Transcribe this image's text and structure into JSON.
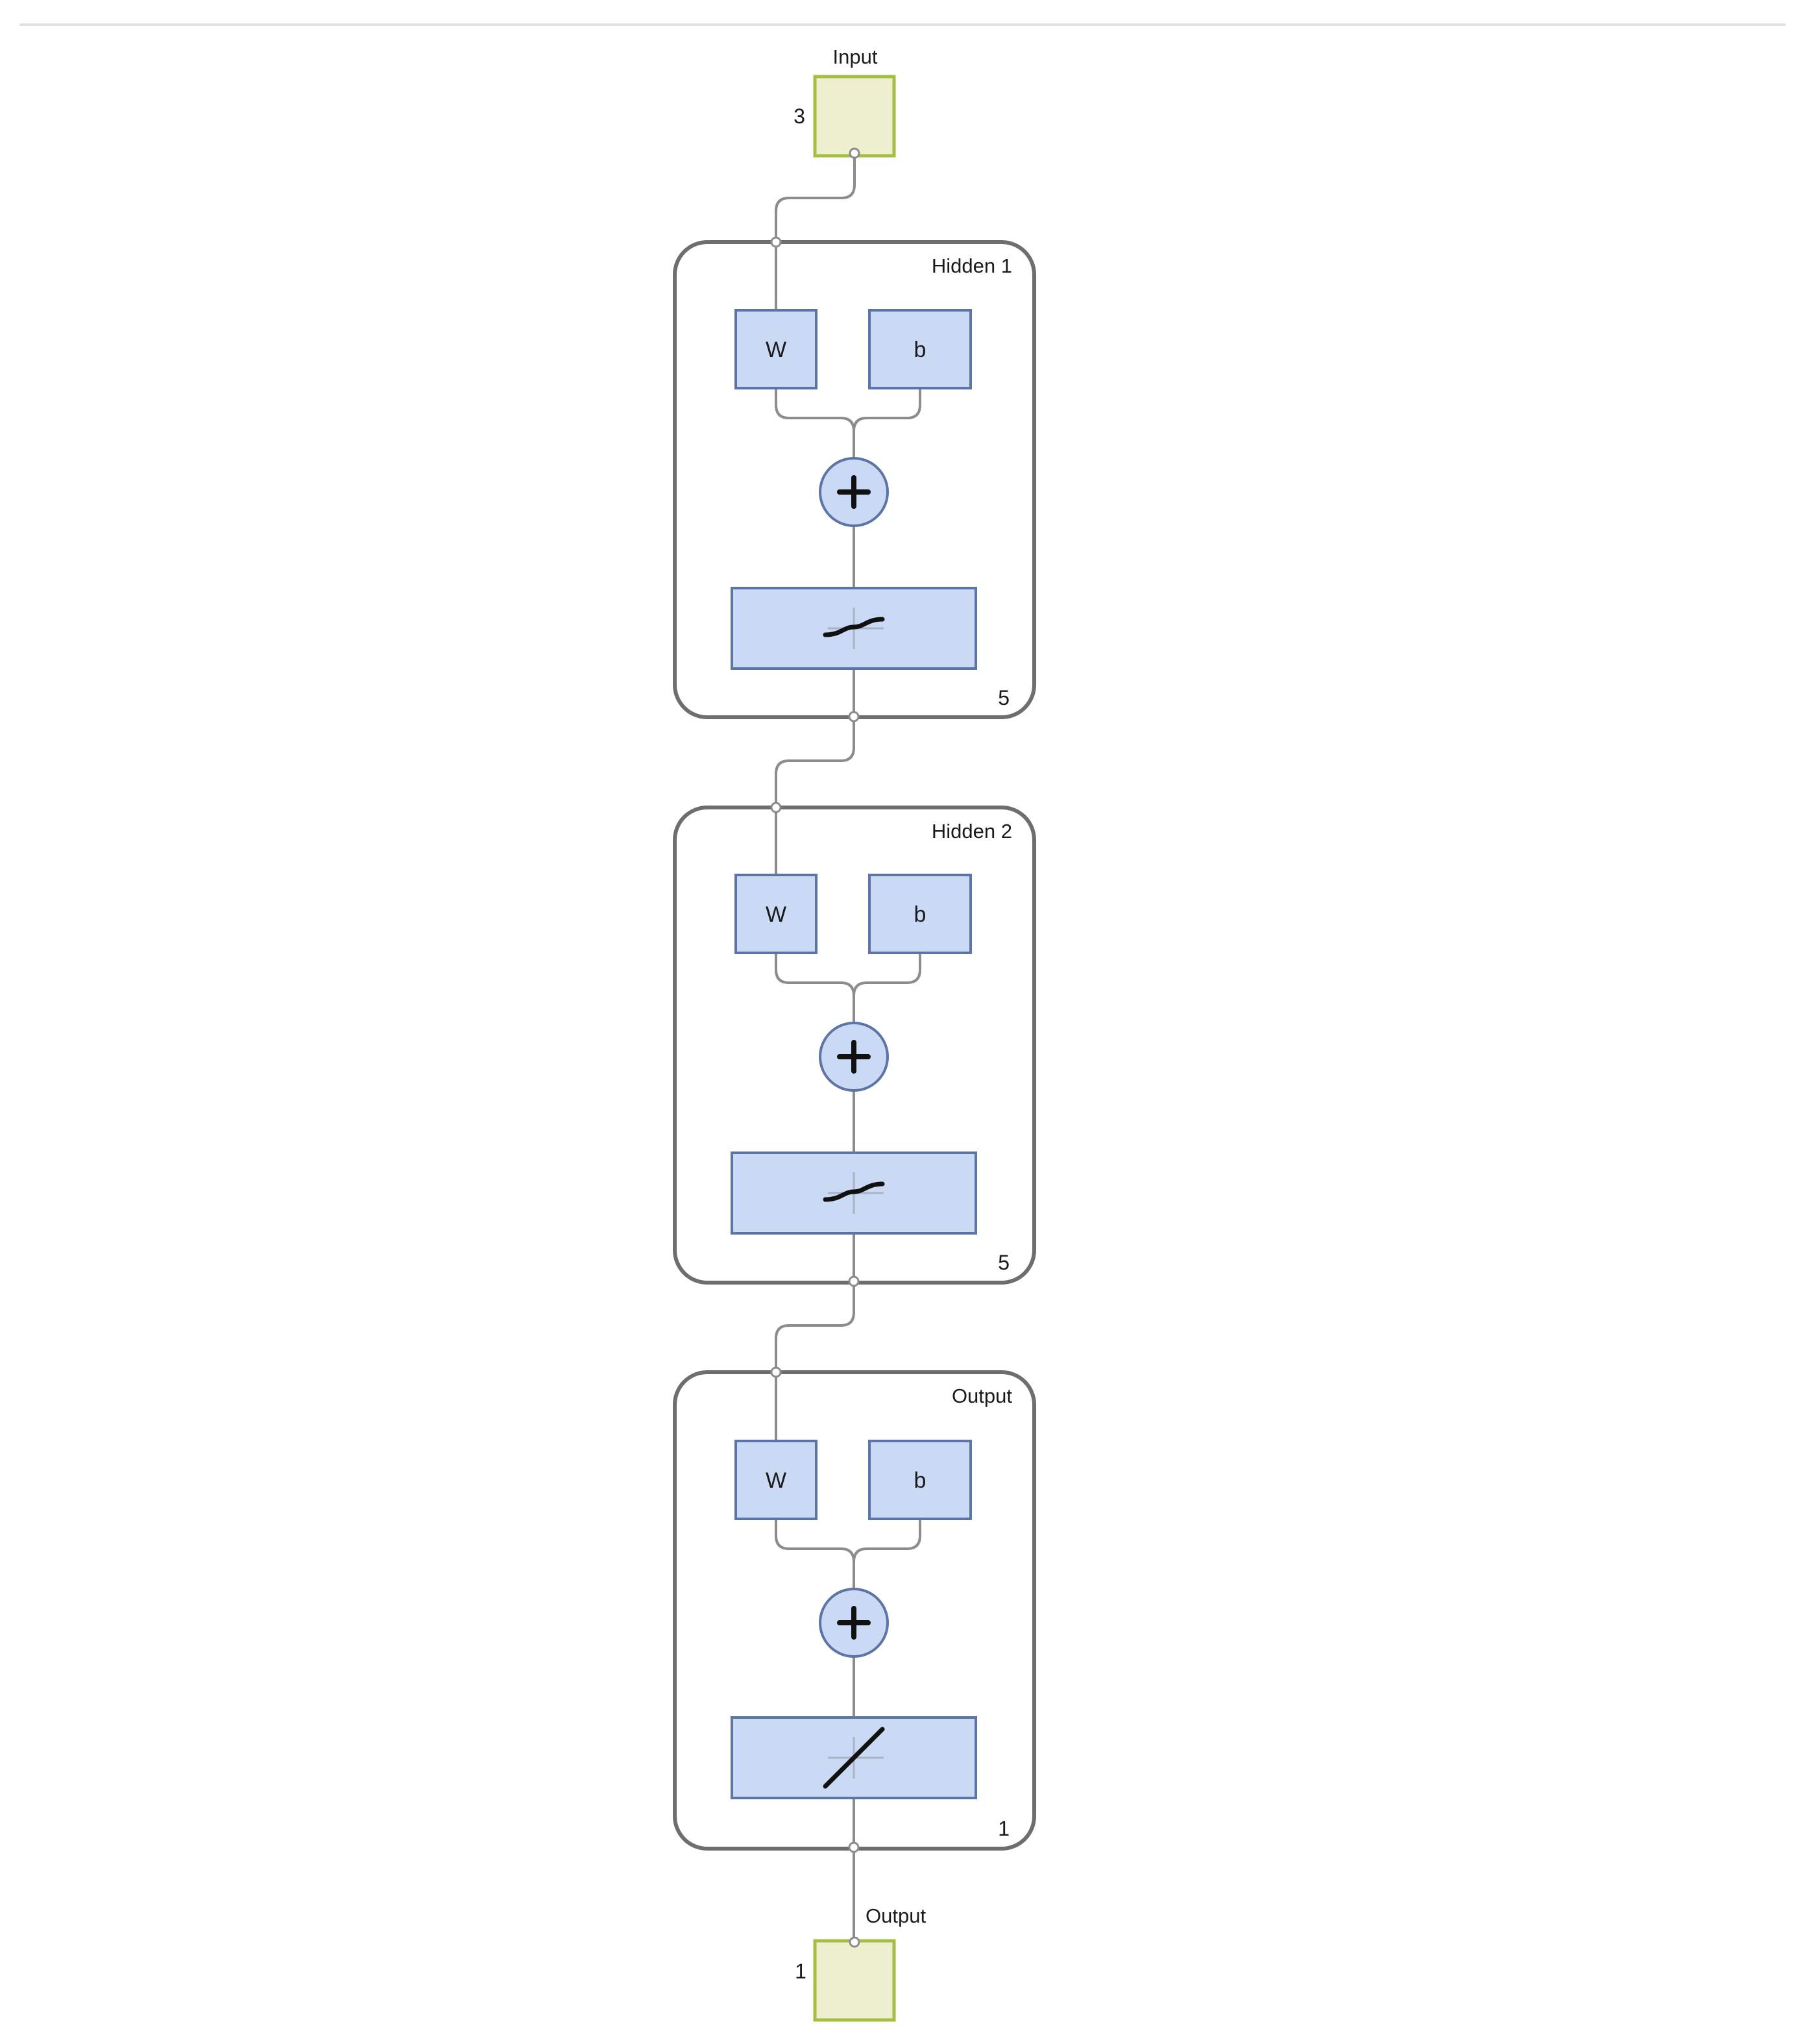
{
  "input": {
    "label": "Input",
    "size": "3"
  },
  "layers": [
    {
      "name": "Hidden 1",
      "weight_label": "W",
      "bias_label": "b",
      "size": "5",
      "transfer": "tansig-icon"
    },
    {
      "name": "Hidden 2",
      "weight_label": "W",
      "bias_label": "b",
      "size": "5",
      "transfer": "tansig-icon"
    },
    {
      "name": "Output",
      "weight_label": "W",
      "bias_label": "b",
      "size": "1",
      "transfer": "purelin-icon"
    }
  ],
  "output": {
    "label": "Output",
    "size": "1"
  },
  "colors": {
    "block_fill": "#cad9f4",
    "block_stroke": "#5c74a6",
    "io_fill": "#eef0d0",
    "io_stroke": "#a4c040",
    "layer_border": "#6e6e6e",
    "wire": "#8c8c8c"
  }
}
